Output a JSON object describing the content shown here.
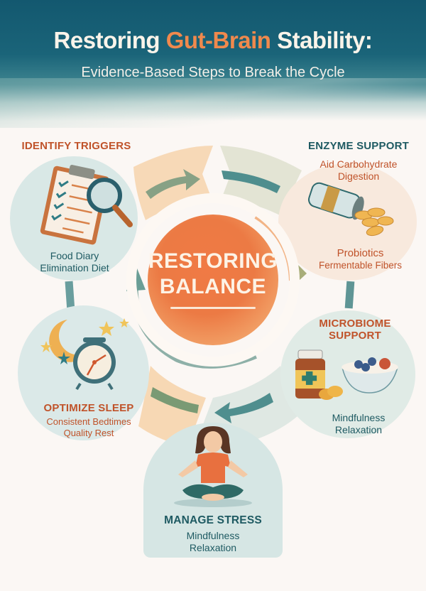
{
  "header": {
    "title_part1": "Restoring ",
    "title_accent": "Gut-Brain",
    "title_part2": " Stability:",
    "subtitle": "Evidence-Based Steps to Break the Cycle"
  },
  "center": {
    "line1": "RESTORING",
    "line2": "BALANCE"
  },
  "nodes": {
    "identify": {
      "title": "IDENTIFY TRIGGERS",
      "lines": [
        "Food Diary",
        "Elimination Diet"
      ],
      "icon": "clipboard-magnifier-icon"
    },
    "enzyme": {
      "title": "ENZYME SUPPORT",
      "subtitle_lines": [
        "Aid Carbohydrate",
        "Digestion"
      ],
      "lines": [
        "Probiotics",
        "Fermentable Fibers"
      ],
      "icon": "pill-bottle-icon"
    },
    "microbiome": {
      "title_lines": [
        "MICROBIOME",
        "SUPPORT"
      ],
      "lines": [
        "Mindfulness",
        "Relaxation"
      ],
      "icon": "yogurt-supplement-icon"
    },
    "stress": {
      "title": "MANAGE STRESS",
      "lines": [
        "Mindfulness",
        "Relaxation"
      ],
      "icon": "meditation-icon"
    },
    "sleep": {
      "title": "OPTIMIZE SLEEP",
      "lines": [
        "Consistent Bedtimes",
        "Quality Rest"
      ],
      "icon": "alarm-clock-moon-icon"
    }
  },
  "colors": {
    "header_teal": "#13586f",
    "accent_orange": "#f0894d",
    "title_orange": "#c0532a",
    "title_teal": "#1e5a62",
    "center_orange": "#ec7a44",
    "blob_teal": "#dce8e4",
    "blob_peach": "#f9e6d6"
  }
}
